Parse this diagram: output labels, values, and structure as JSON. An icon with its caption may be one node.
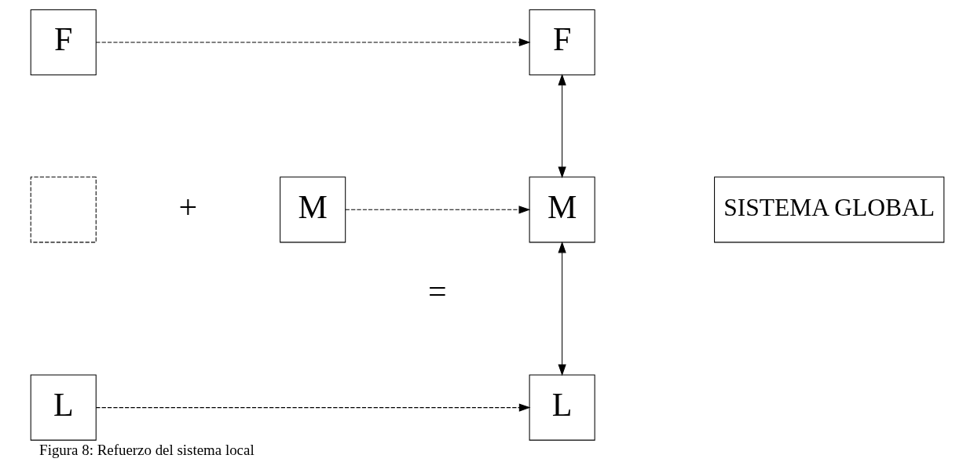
{
  "diagram": {
    "caption": "Figura 8: Refuerzo del sistema local",
    "nodes": [
      {
        "text": [
          "F"
        ]
      },
      {
        "text": [],
        "shape": "box"
      },
      {
        "text": [
          "L"
        ]
      },
      {
        "text": [
          "M"
        ]
      },
      {
        "text": [
          "F"
        ]
      },
      {
        "text": [
          "M"
        ]
      },
      {
        "text": [
          "L"
        ]
      },
      {
        "text": [
          "SISTEMA GLOBAL"
        ]
      }
    ],
    "edges": [
      {
        "from": 0,
        "to": 4,
        "arrow": "to",
        "style": "dashed"
      },
      {
        "from": 3,
        "to": 5,
        "arrow": "to",
        "style": "dashed"
      },
      {
        "from": 2,
        "to": 6,
        "arrow": "to",
        "style": "dashed"
      },
      {
        "from": 4,
        "to": 5,
        "arrow": "both"
      },
      {
        "from": 5,
        "to": 6,
        "arrow": "both"
      }
    ],
    "labels": [
      "+",
      "="
    ]
  }
}
